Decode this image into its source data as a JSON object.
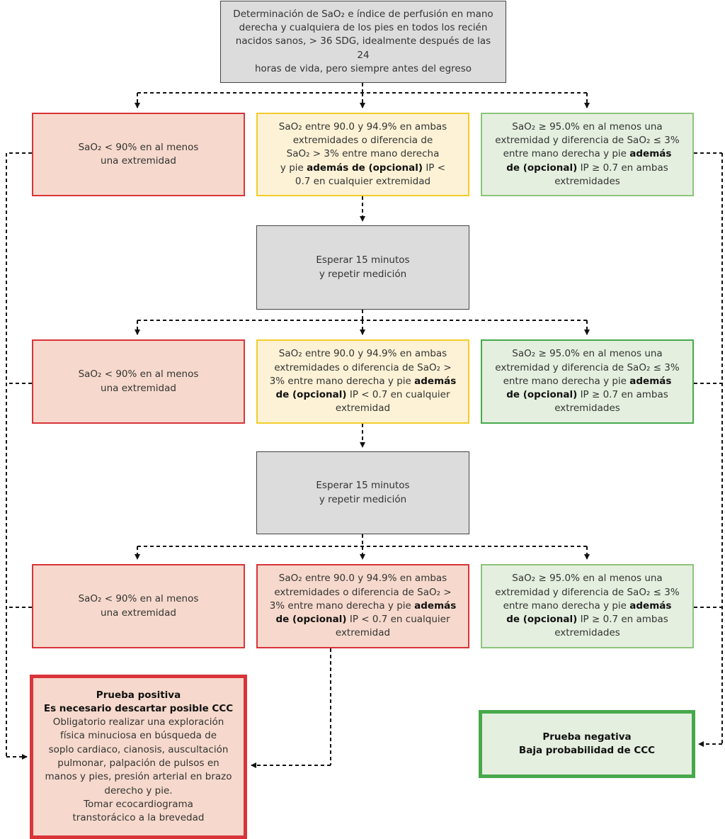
{
  "colors": {
    "gray_fill": "#dcdcdc",
    "red_fill": "#f6d9cc",
    "red_border": "#d9343a",
    "yellow_fill": "#fdf2d6",
    "yellow_border": "#f3cc2b",
    "green_fill": "#e4efdf",
    "green_border": "#47a94b",
    "arrow": "#111111"
  },
  "top": {
    "lines": [
      "Determinación de SaO₂ e índice de perfusión en mano",
      "derecha y cualquiera de los pies en todos los recién",
      "nacidos sanos, > 36 SDG, idealmente después de las 24",
      "horas de vida, pero siempre antes del egreso"
    ]
  },
  "row1": {
    "red": [
      "SaO₂ < 90% en al menos",
      "una extremidad"
    ],
    "yellow": [
      "SaO₂ entre 90.0 y 94.9% en ambas",
      "extremidades o diferencia de",
      "SaO₂ > 3% entre mano derecha",
      "y pie",
      "además de (opcional)",
      "IP <",
      "0.7 en cualquier extremidad"
    ],
    "green": [
      "SaO₂ ≥ 95.0% en al menos una",
      "extremidad y diferencia de SaO₂ ≤ 3%",
      "entre mano derecha y pie",
      "además",
      "de (opcional)",
      "IP ≥ 0.7 en ambas",
      "extremidades"
    ]
  },
  "wait1": [
    "Esperar 15 minutos",
    "y repetir medición"
  ],
  "row2": {
    "red": [
      "SaO₂ < 90% en al menos",
      "una extremidad"
    ],
    "yellow": [
      "SaO₂ entre 90.0 y 94.9% en ambas",
      "extremidades o diferencia de SaO₂ >",
      "3% entre mano derecha y pie",
      "además",
      "de (opcional)",
      "IP < 0.7 en cualquier",
      "extremidad"
    ],
    "green": [
      "SaO₂ ≥ 95.0% en al menos una",
      "extremidad y diferencia de SaO₂ ≤ 3%",
      "entre mano derecha y pie",
      "además",
      "de (opcional)",
      "IP ≥ 0.7 en ambas",
      "extremidades"
    ]
  },
  "wait2": [
    "Esperar 15 minutos",
    "y repetir medición"
  ],
  "row3": {
    "red": [
      "SaO₂ < 90% en al menos",
      "una extremidad"
    ],
    "red_mid": [
      "SaO₂ entre 90.0 y 94.9% en ambas",
      "extremidades o diferencia de SaO₂ >",
      "3% entre mano derecha y pie",
      "además",
      "de (opcional)",
      "IP < 0.7 en cualquier",
      "extremidad"
    ],
    "green": [
      "SaO₂ ≥ 95.0% en al menos una",
      "extremidad y diferencia de SaO₂ ≤ 3%",
      "entre mano derecha y pie",
      "además",
      "de (opcional)",
      "IP ≥ 0.7 en ambas",
      "extremidades"
    ]
  },
  "positive": {
    "title": "Prueba positiva",
    "subtitle": "Es necesario descartar posible CCC",
    "lines": [
      "Obligatorio realizar una exploración",
      "física minuciosa en búsqueda de",
      "soplo cardiaco, cianosis, auscultación",
      "pulmonar, palpación de pulsos en",
      "manos y pies, presión arterial en brazo",
      "derecho y pie.",
      "Tomar ecocardiograma",
      "transtorácico a la brevedad"
    ]
  },
  "negative": {
    "title": "Prueba negativa",
    "subtitle": "Baja probabilidad de CCC"
  }
}
